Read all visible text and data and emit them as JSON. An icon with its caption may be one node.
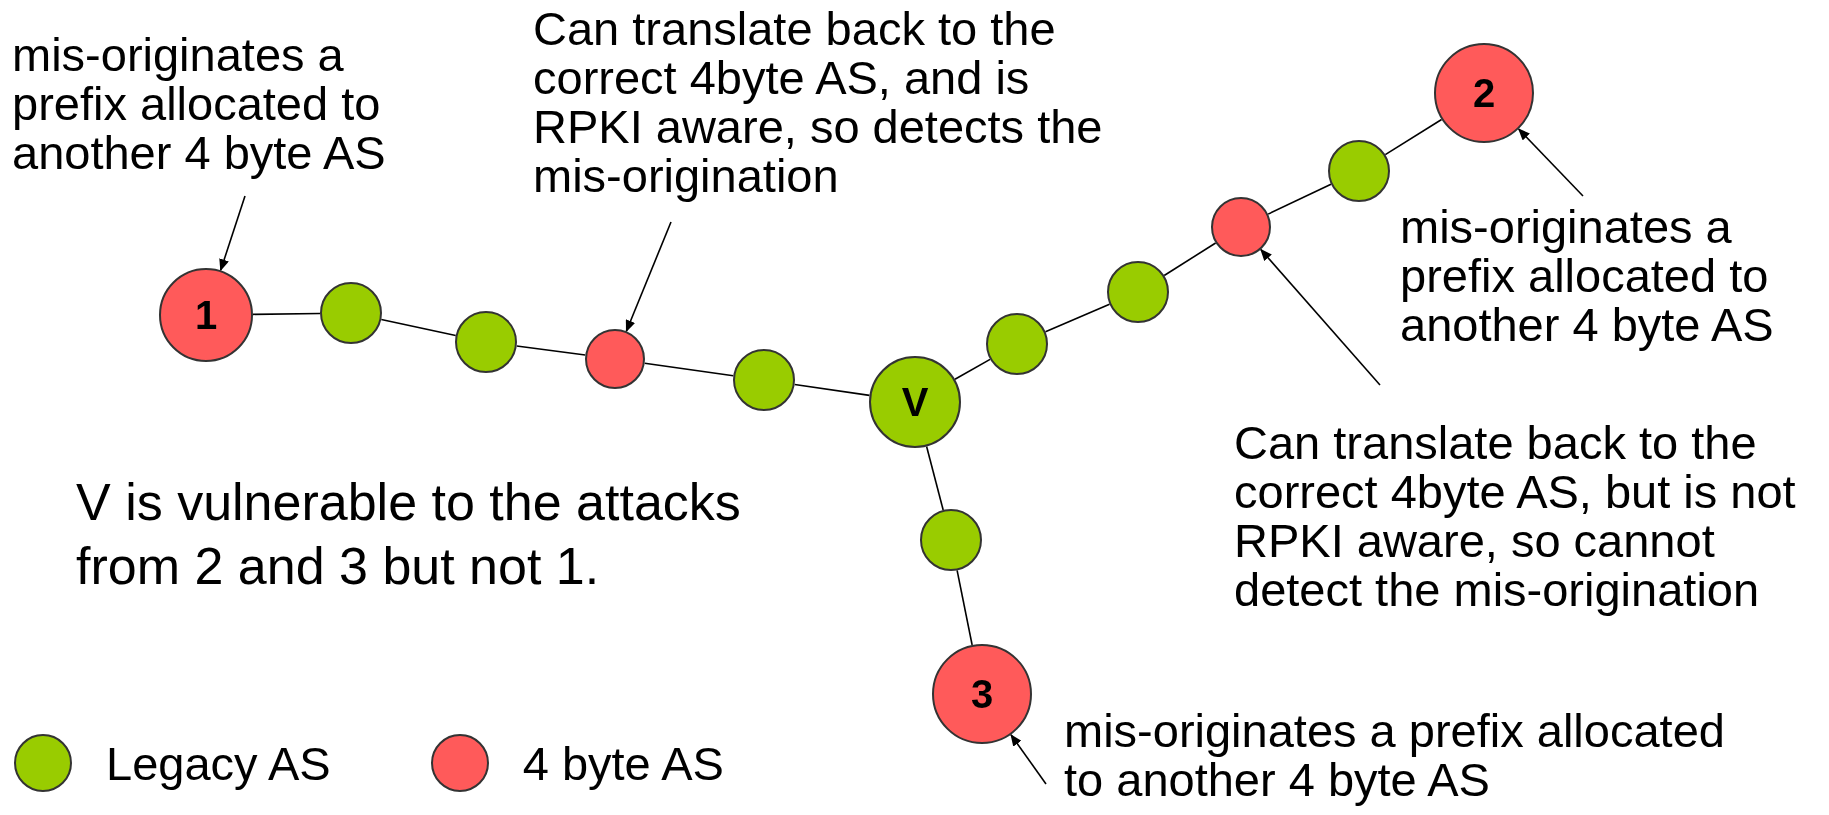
{
  "diagram": {
    "nodes": [
      {
        "text": [
          "mis-originates a prefix allocated to another 4 byte AS"
        ]
      },
      {
        "text": [
          "Can translate back to the correct 4byte AS, and is RPKI aware, so detects the mis-origination"
        ]
      },
      {
        "text": [
          "2"
        ]
      },
      {
        "text": [],
        "shape": "circle"
      },
      {
        "text": [],
        "shape": "circle"
      },
      {
        "text": [
          "mis-originates a prefix allocated to another 4 byte AS"
        ]
      },
      {
        "text": [
          "1"
        ]
      },
      {
        "text": [],
        "shape": "circle"
      },
      {
        "text": [],
        "shape": "circle"
      },
      {
        "text": [],
        "shape": "circle"
      },
      {
        "text": [],
        "shape": "circle"
      },
      {
        "text": [
          "V"
        ]
      },
      {
        "text": [],
        "shape": "circle"
      },
      {
        "text": [],
        "shape": "circle"
      },
      {
        "text": [
          "Can translate back to the correct 4byte AS, but is not RPKI aware, so cannot detect the mis-origination"
        ]
      },
      {
        "text": [],
        "shape": "circle"
      },
      {
        "text": [
          "3"
        ]
      },
      {
        "text": [
          "mis-originates a prefix allocated to another 4 byte AS"
        ]
      }
    ],
    "edges": [
      {
        "from": 6,
        "to": 7,
        "arrow": "none"
      },
      {
        "from": 7,
        "to": 8,
        "arrow": "none"
      },
      {
        "from": 8,
        "to": 9,
        "arrow": "none"
      },
      {
        "from": 9,
        "to": 10,
        "arrow": "none"
      },
      {
        "from": 10,
        "to": 11,
        "arrow": "none"
      },
      {
        "from": 11,
        "to": 12,
        "arrow": "none"
      },
      {
        "from": 12,
        "to": 13,
        "arrow": "none"
      },
      {
        "from": 13,
        "to": 4,
        "arrow": "none"
      },
      {
        "from": 4,
        "to": 3,
        "arrow": "none"
      },
      {
        "from": 3,
        "to": 2,
        "arrow": "none"
      },
      {
        "from": 11,
        "to": 15,
        "arrow": "none"
      },
      {
        "from": 15,
        "to": 16,
        "arrow": "none"
      },
      {
        "from": 0,
        "to": 6,
        "arrow": "to"
      },
      {
        "from": 1,
        "to": 9,
        "arrow": "to"
      },
      {
        "from": 5,
        "to": 2,
        "arrow": "to"
      },
      {
        "from": 14,
        "to": 4,
        "arrow": "to"
      },
      {
        "from": 17,
        "to": 16,
        "arrow": "to"
      }
    ],
    "labels": [
      "V is vulnerable to the attacks from 2 and 3 but not 1."
    ],
    "legend": [
      {
        "text": "Legacy AS",
        "color": "#99cc00"
      },
      {
        "text": "4 byte AS",
        "color": "#ff5a5a"
      }
    ]
  }
}
